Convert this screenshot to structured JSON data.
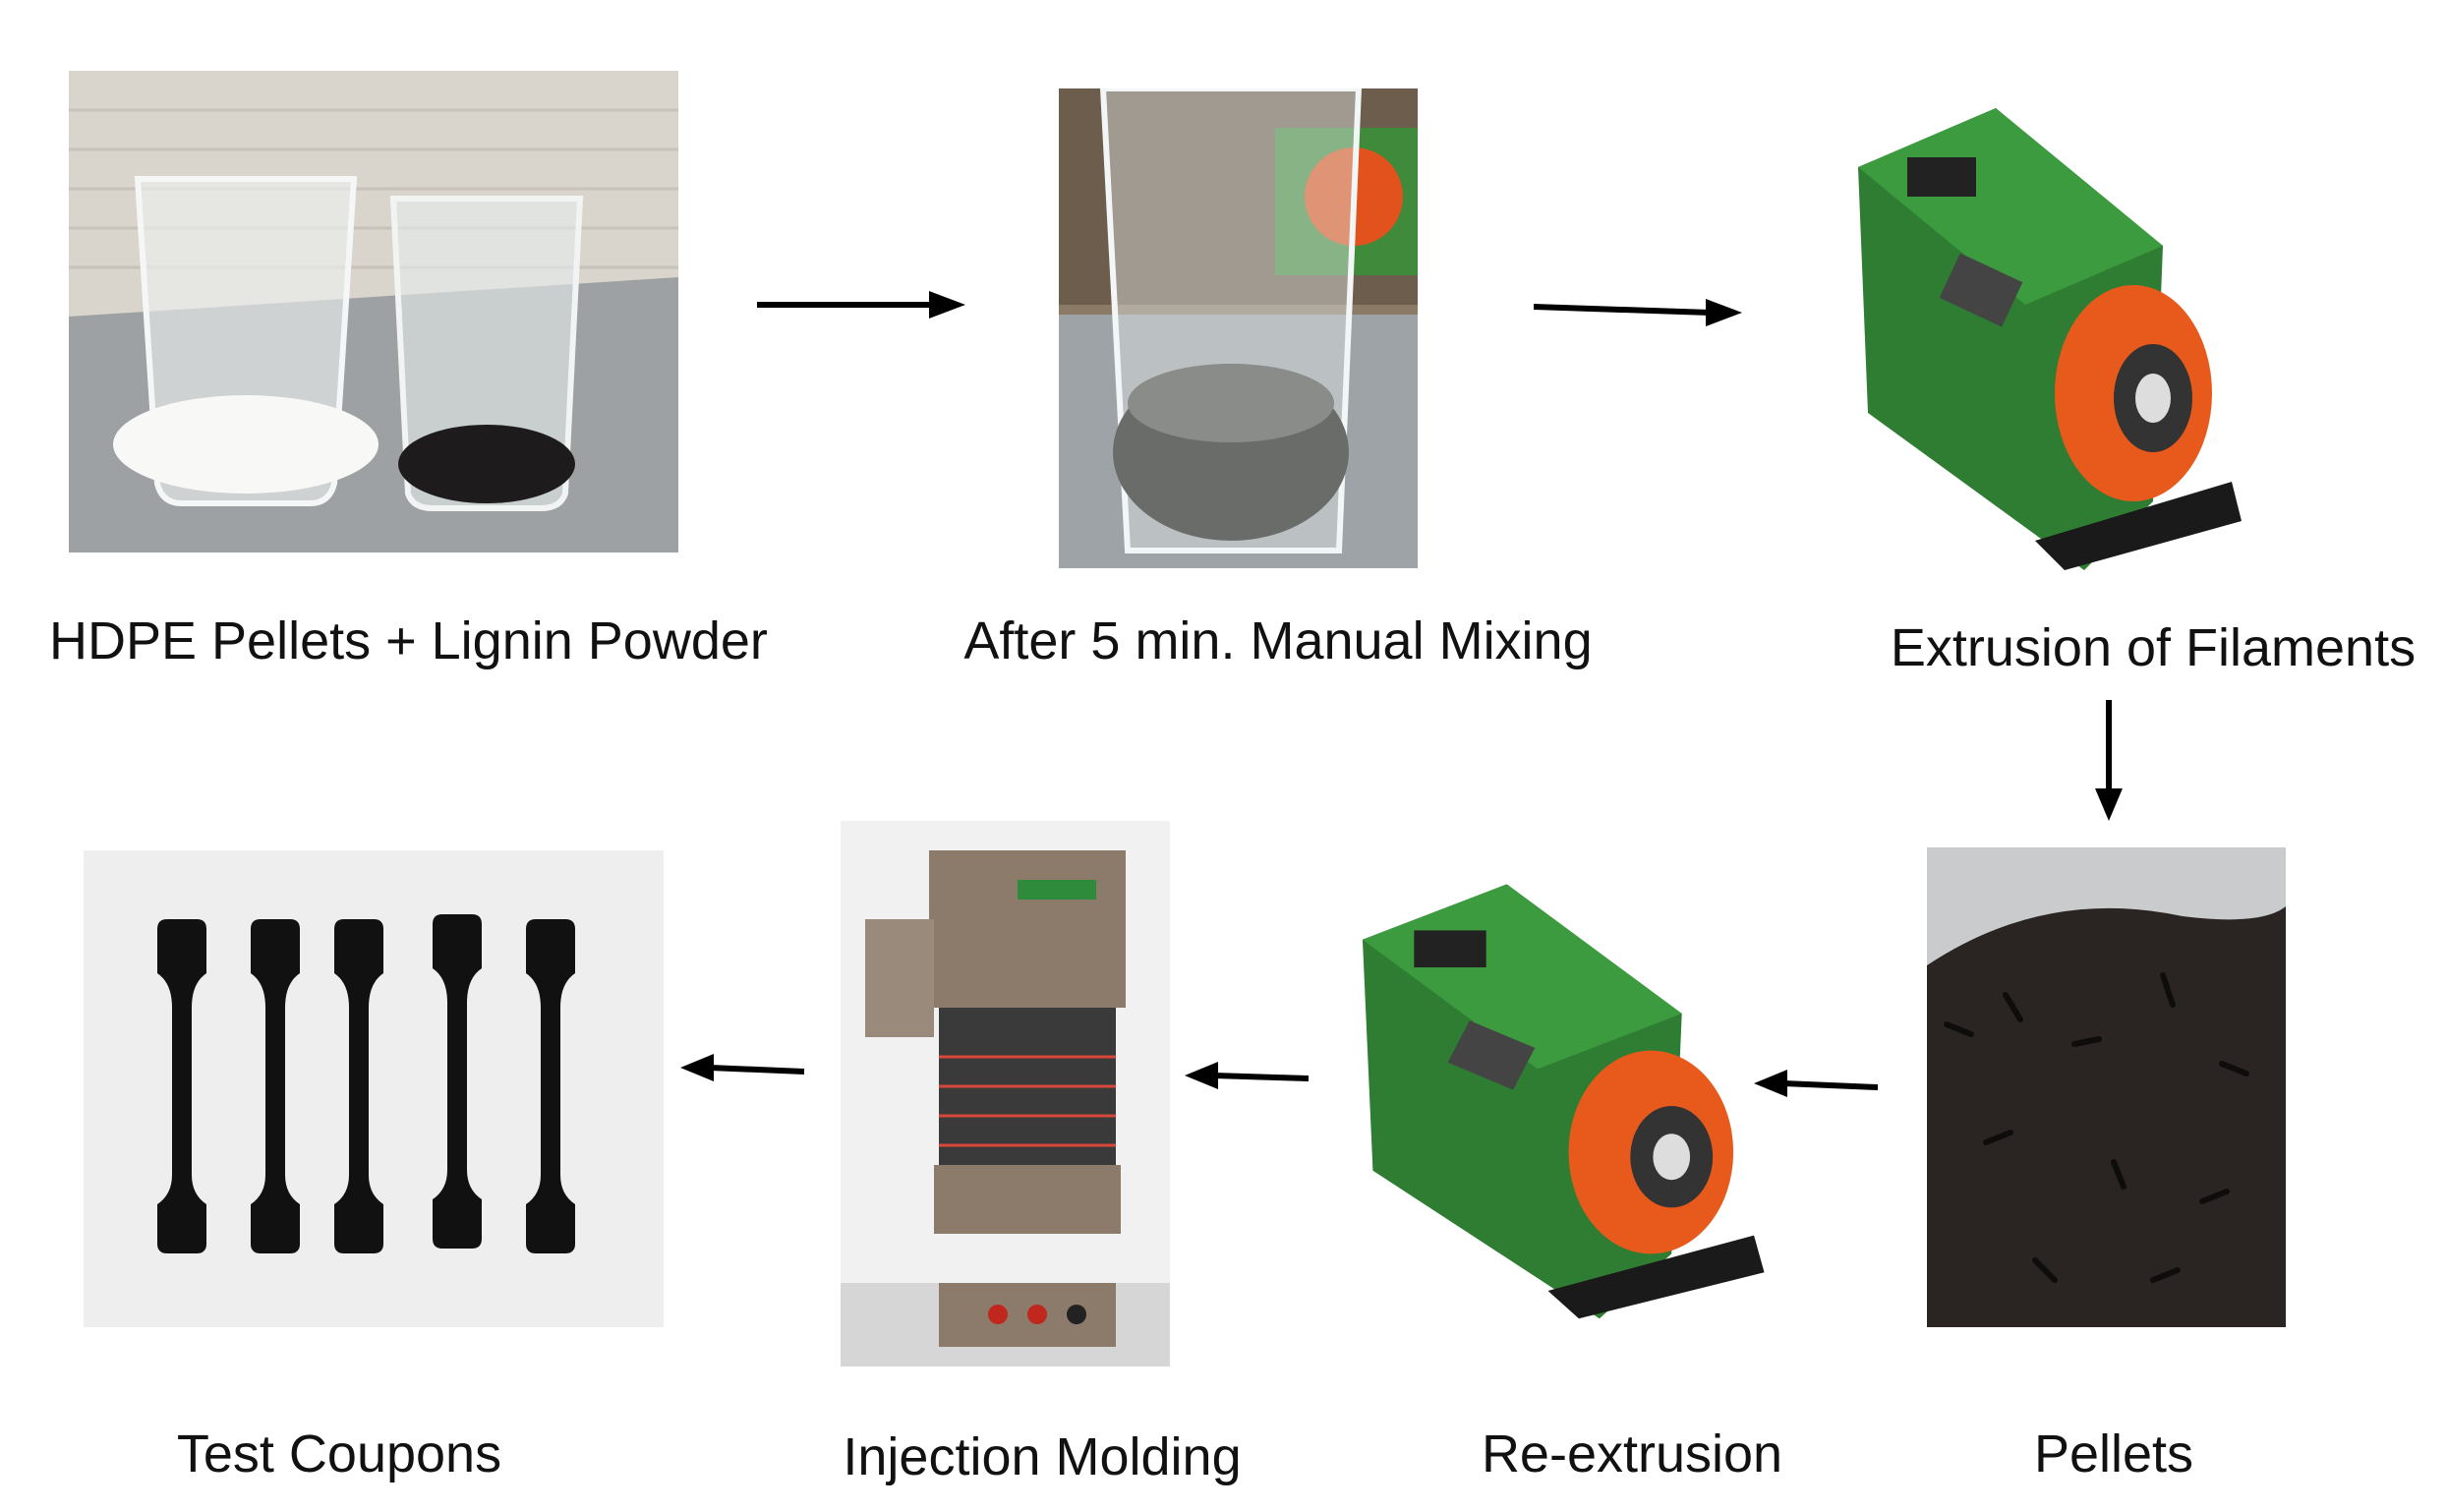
{
  "steps": [
    {
      "id": "mix-input",
      "label": "HDPE Pellets + Lignin Powder"
    },
    {
      "id": "mixing",
      "label": "After 5 min. Manual Mixing"
    },
    {
      "id": "extrusion",
      "label": "Extrusion of Filaments"
    },
    {
      "id": "pellets",
      "label": "Pellets"
    },
    {
      "id": "reextrusion",
      "label": "Re-extrusion"
    },
    {
      "id": "injection",
      "label": "Injection Molding"
    },
    {
      "id": "coupons",
      "label": "Test Coupons"
    }
  ],
  "colors": {
    "arrow": "#000000",
    "extruder_body": "#2e7d32",
    "extruder_spool": "#e85a1c",
    "press_body": "#8c7a6b",
    "pellet_dark": "#1c1c1c"
  },
  "icons": [
    "arrow-right-icon",
    "arrow-down-icon",
    "arrow-left-icon"
  ]
}
